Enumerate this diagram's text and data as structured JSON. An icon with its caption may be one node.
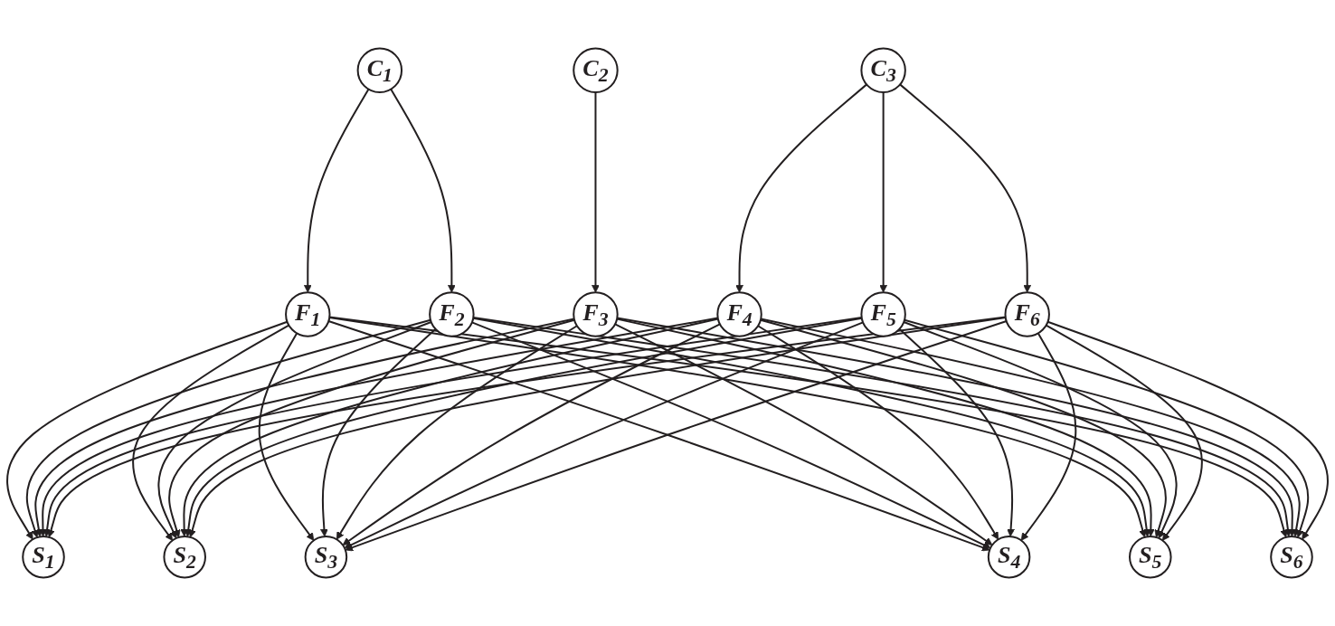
{
  "diagram": {
    "nodes": [
      {
        "text": [
          "C$_{1}$"
        ]
      },
      {
        "text": [
          "C$_{2}$"
        ]
      },
      {
        "text": [
          "C$_{3}$"
        ]
      },
      {
        "text": [
          "F$_{1}$"
        ]
      },
      {
        "text": [
          "F$_{2}$"
        ]
      },
      {
        "text": [
          "F$_{3}$"
        ]
      },
      {
        "text": [
          "F$_{4}$"
        ]
      },
      {
        "text": [
          "F$_{5}$"
        ]
      },
      {
        "text": [
          "F$_{6}$"
        ]
      },
      {
        "text": [
          "S$_{1}$"
        ]
      },
      {
        "text": [
          "S$_{2}$"
        ]
      },
      {
        "text": [
          "S$_{3}$"
        ]
      },
      {
        "text": [
          "S$_{4}$"
        ]
      },
      {
        "text": [
          "S$_{5}$"
        ]
      },
      {
        "text": [
          "S$_{6}$"
        ]
      }
    ],
    "edges": [
      {
        "from": 0,
        "to": 3,
        "arrow": "to"
      },
      {
        "from": 0,
        "to": 4,
        "arrow": "to"
      },
      {
        "from": 1,
        "to": 5,
        "arrow": "to"
      },
      {
        "from": 2,
        "to": 6,
        "arrow": "to"
      },
      {
        "from": 2,
        "to": 7,
        "arrow": "to"
      },
      {
        "from": 2,
        "to": 8,
        "arrow": "to"
      },
      {
        "from": 3,
        "to": 9,
        "arrow": "to"
      },
      {
        "from": 3,
        "to": 10,
        "arrow": "to"
      },
      {
        "from": 3,
        "to": 11,
        "arrow": "to"
      },
      {
        "from": 3,
        "to": 12,
        "arrow": "to"
      },
      {
        "from": 3,
        "to": 13,
        "arrow": "to"
      },
      {
        "from": 3,
        "to": 14,
        "arrow": "to"
      },
      {
        "from": 4,
        "to": 9,
        "arrow": "to"
      },
      {
        "from": 4,
        "to": 10,
        "arrow": "to"
      },
      {
        "from": 4,
        "to": 11,
        "arrow": "to"
      },
      {
        "from": 4,
        "to": 12,
        "arrow": "to"
      },
      {
        "from": 4,
        "to": 13,
        "arrow": "to"
      },
      {
        "from": 4,
        "to": 14,
        "arrow": "to"
      },
      {
        "from": 5,
        "to": 9,
        "arrow": "to"
      },
      {
        "from": 5,
        "to": 10,
        "arrow": "to"
      },
      {
        "from": 5,
        "to": 11,
        "arrow": "to"
      },
      {
        "from": 5,
        "to": 12,
        "arrow": "to"
      },
      {
        "from": 5,
        "to": 13,
        "arrow": "to"
      },
      {
        "from": 5,
        "to": 14,
        "arrow": "to"
      },
      {
        "from": 6,
        "to": 9,
        "arrow": "to"
      },
      {
        "from": 6,
        "to": 10,
        "arrow": "to"
      },
      {
        "from": 6,
        "to": 11,
        "arrow": "to"
      },
      {
        "from": 6,
        "to": 12,
        "arrow": "to"
      },
      {
        "from": 6,
        "to": 13,
        "arrow": "to"
      },
      {
        "from": 6,
        "to": 14,
        "arrow": "to"
      },
      {
        "from": 7,
        "to": 9,
        "arrow": "to"
      },
      {
        "from": 7,
        "to": 10,
        "arrow": "to"
      },
      {
        "from": 7,
        "to": 11,
        "arrow": "to"
      },
      {
        "from": 7,
        "to": 12,
        "arrow": "to"
      },
      {
        "from": 7,
        "to": 13,
        "arrow": "to"
      },
      {
        "from": 7,
        "to": 14,
        "arrow": "to"
      },
      {
        "from": 8,
        "to": 9,
        "arrow": "to"
      },
      {
        "from": 8,
        "to": 10,
        "arrow": "to"
      },
      {
        "from": 8,
        "to": 11,
        "arrow": "to"
      },
      {
        "from": 8,
        "to": 12,
        "arrow": "to"
      },
      {
        "from": 8,
        "to": 13,
        "arrow": "to"
      },
      {
        "from": 8,
        "to": 14,
        "arrow": "to"
      }
    ]
  }
}
